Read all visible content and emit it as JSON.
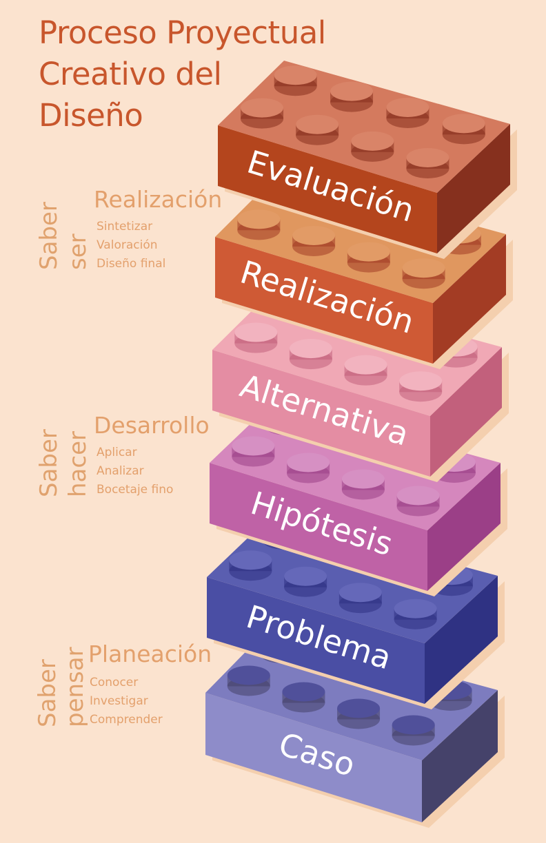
{
  "title": {
    "line1": "Proceso Proyectual",
    "line2": "Creativo del",
    "line3": "Diseño"
  },
  "groups": [
    {
      "vertical": [
        "Saber",
        "ser"
      ],
      "phase": "Realización",
      "items": [
        "Sintetizar",
        "Valoración",
        "Diseño final"
      ],
      "color": "#e3a06c"
    },
    {
      "vertical": [
        "Saber",
        "hacer"
      ],
      "phase": "Desarrollo",
      "items": [
        "Aplicar",
        "Analizar",
        "Bocetaje fino"
      ],
      "color": "#e3a06c"
    },
    {
      "vertical": [
        "Saber",
        "pensar"
      ],
      "phase": "Planeación",
      "items": [
        "Conocer",
        "Investigar",
        "Comprender"
      ],
      "color": "#e3a06c"
    }
  ],
  "bricks": [
    {
      "label": "Evaluación",
      "top": "#d47a5e",
      "front": "#b4451d",
      "side": "#86301e",
      "stud": "#d98468"
    },
    {
      "label": "Realización",
      "top": "#e0975f",
      "front": "#cf5a35",
      "side": "#a33c24",
      "stud": "#e29b66"
    },
    {
      "label": "Alternativa",
      "top": "#f0a8b5",
      "front": "#e48da3",
      "side": "#c2607c",
      "stud": "#f2b3bf"
    },
    {
      "label": "Hipótesis",
      "top": "#d587bd",
      "front": "#bf62a6",
      "side": "#9b3f87",
      "stud": "#d690c3"
    },
    {
      "label": "Problema",
      "top": "#5a5eb0",
      "front": "#4a4ea4",
      "side": "#2f3283",
      "stud": "#6568b9"
    },
    {
      "label": "Caso",
      "top": "#7d7cbf",
      "front": "#8e8cc9",
      "side": "#45426a",
      "stud": "#50509a"
    }
  ]
}
